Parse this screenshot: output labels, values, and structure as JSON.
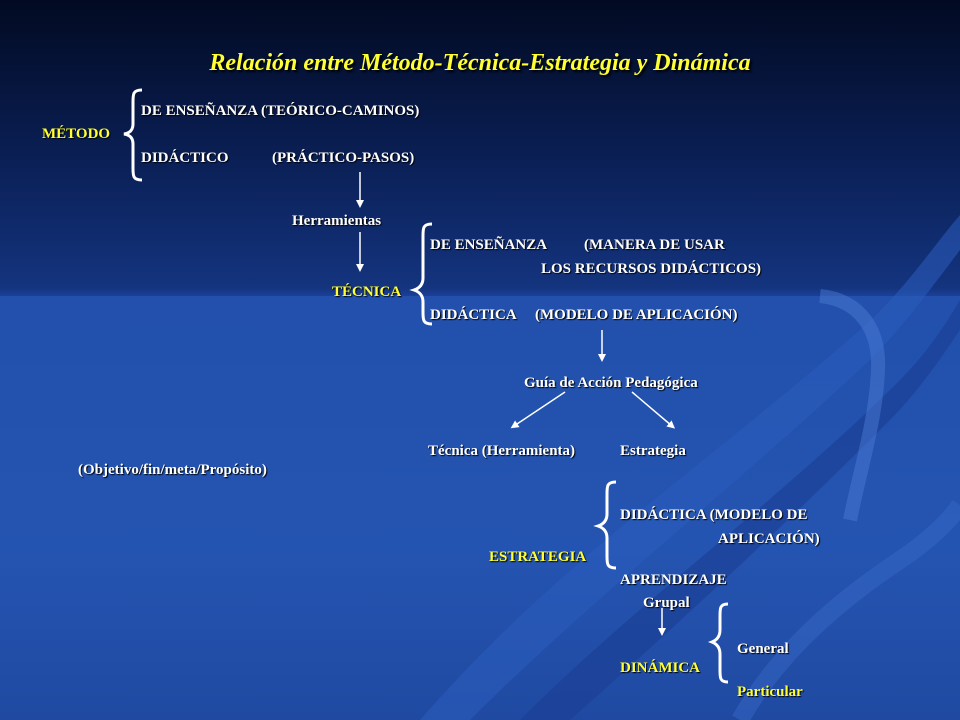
{
  "title": "Relación entre Método-Técnica-Estrategia y Dinámica",
  "colors": {
    "title": "#ffff33",
    "keyword": "#ffff33",
    "text": "#ffffff",
    "background": "#1c44a0"
  },
  "metodo": {
    "label": "MÉTODO",
    "ensenanza": "DE ENSEÑANZA (TEÓRICO-CAMINOS)",
    "didactico": "DIDÁCTICO",
    "didactico_note": "(PRÁCTICO-PASOS)"
  },
  "herramientas": "Herramientas",
  "tecnica": {
    "label": "TÉCNICA",
    "ensenanza": "DE ENSEÑANZA",
    "ensenanza_note_1": "(MANERA DE USAR",
    "ensenanza_note_2": "LOS RECURSOS DIDÁCTICOS)",
    "didactica": "DIDÁCTICA",
    "didactica_note": "(MODELO DE APLICACIÓN)"
  },
  "guia": "Guía de Acción Pedagógica",
  "branch_left": "Técnica (Herramienta)",
  "branch_right": "Estrategia",
  "objetivo": "(Objetivo/fin/meta/Propósito)",
  "estrategia": {
    "label": "ESTRATEGIA",
    "didactica_1": "DIDÁCTICA (MODELO DE",
    "didactica_2": "APLICACIÓN)",
    "aprendizaje": "APRENDIZAJE",
    "grupal": "Grupal"
  },
  "dinamica": {
    "label": "DINÁMICA",
    "general": "General",
    "particular": "Particular"
  }
}
